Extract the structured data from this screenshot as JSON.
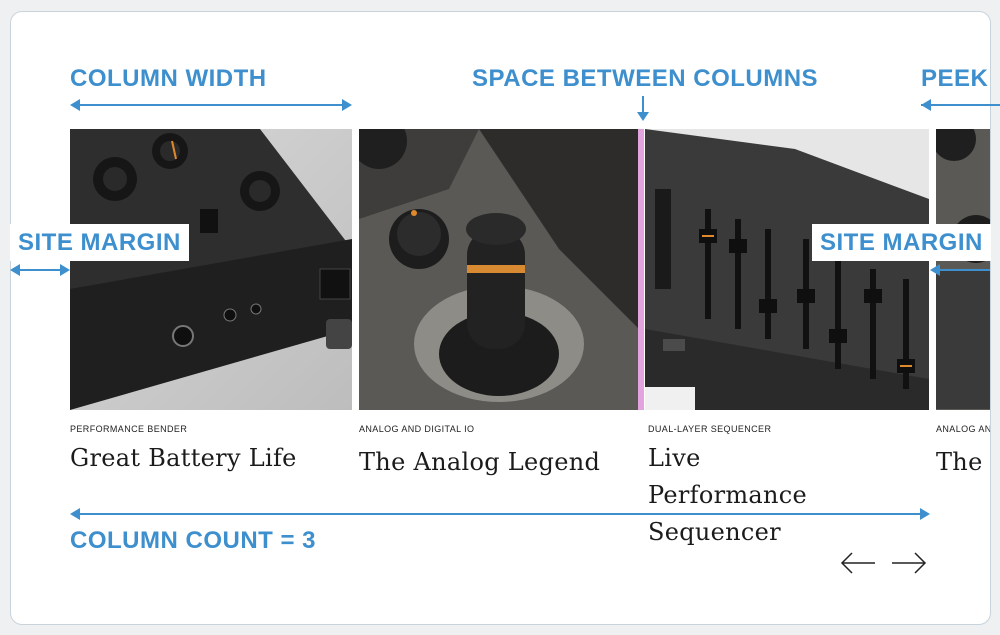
{
  "annotations": {
    "column_width": "COLUMN WIDTH",
    "space_between": "SPACE BETWEEN COLUMNS",
    "peek": "PEEK",
    "site_margin_left": "SITE MARGIN",
    "site_margin_right": "SITE MARGIN",
    "column_count": "COLUMN COUNT = 3"
  },
  "cards": [
    {
      "kicker": "PERFORMANCE BENDER",
      "title": "Great Battery Life",
      "image": "synth-panel-knobs"
    },
    {
      "kicker": "ANALOG AND DIGITAL IO",
      "title": "The Analog Legend",
      "image": "joystick-mod-knob"
    },
    {
      "kicker": "DUAL-LAYER SEQUENCER",
      "title": "Live Performance Sequencer",
      "image": "slider-faders"
    },
    {
      "kicker": "ANALOG AND DIGITAL IO",
      "title": "The Analog Legend",
      "image": "joystick-mod-knob"
    }
  ],
  "nav": {
    "prev_icon": "arrow-left-icon",
    "next_icon": "arrow-right-icon"
  },
  "colors": {
    "annotation": "#3d8fce",
    "gap_highlight": "#e2a4de",
    "text": "#1b1b1b"
  }
}
